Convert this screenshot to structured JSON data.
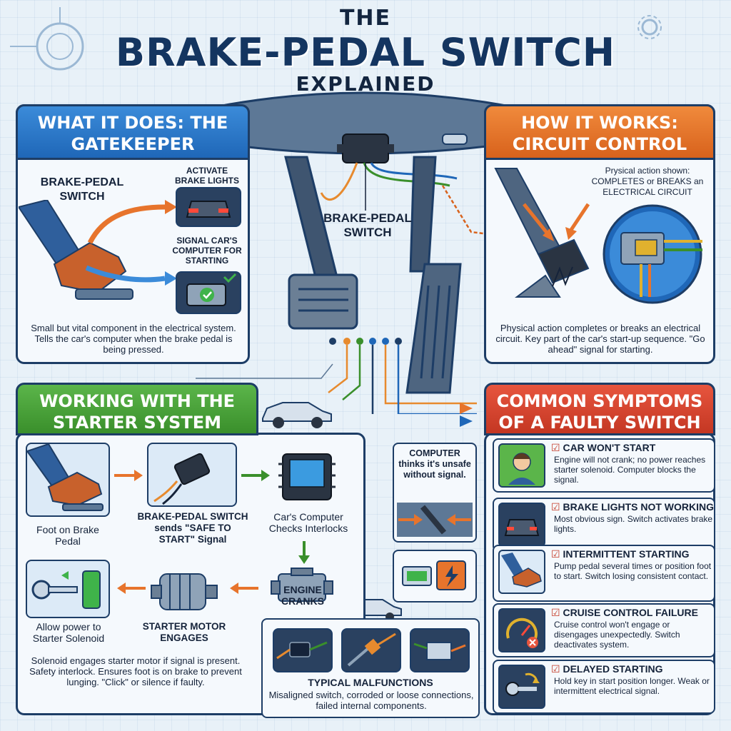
{
  "title": {
    "line1": "THE",
    "line2": "BRAKE-PEDAL SWITCH",
    "line3": "EXPLAINED"
  },
  "center": {
    "switch_label": "BRAKE-PEDAL SWITCH"
  },
  "what_it_does": {
    "header": "WHAT IT DOES: THE GATEKEEPER",
    "switch_label": "BRAKE-PEDAL SWITCH",
    "activate_label": "ACTIVATE BRAKE LIGHTS",
    "signal_label": "SIGNAL CAR'S COMPUTER FOR STARTING",
    "description": "Small but vital component in the electrical system. Tells the car's computer when the brake pedal is being pressed."
  },
  "how_it_works": {
    "header": "HOW IT WORKS: CIRCUIT CONTROL",
    "callout": "Prysical action shown: COMPLETES or BREAKS an ELECTRICAL CIRCUIT",
    "description": "Physical action completes or breaks an electrical circuit. Key part of the car's start-up sequence. \"Go ahead\" signal for starting."
  },
  "starter_system": {
    "header": "WORKING WITH THE STARTER SYSTEM",
    "step1": "Foot on Brake Pedal",
    "step2": "BRAKE-PEDAL SWITCH sends \"SAFE TO START\" Signal",
    "step3": "Car's Computer Checks Interlocks",
    "step4": "ENGINE CRANKS",
    "step5": "STARTER MOTOR ENGAGES",
    "step6": "Allow power to Starter Solenoid",
    "description": "Solenoid engages starter motor if signal is present. Safety interlock. Ensures foot is on brake to prevent lunging. \"Click\" or silence if faulty."
  },
  "computer_note": {
    "text": "COMPUTER thinks it's unsafe without signal."
  },
  "malfunctions": {
    "title": "TYPICAL MALFUNCTIONS",
    "description": "Misaligned switch, corroded or loose connections, failed internal components."
  },
  "symptoms": {
    "header": "COMMON SYMPTOMS OF A FAULTY SWITCH",
    "items": [
      {
        "title": "CAR WON'T START",
        "desc": "Engine will not crank; no power reaches starter solenoid. Computer blocks the signal."
      },
      {
        "title": "BRAKE LIGHTS NOT WORKING",
        "desc": "Most obvious sign. Switch activates brake lights."
      },
      {
        "title": "INTERMITTENT STARTING",
        "desc": "Pump pedal several times or position foot to start. Switch losing consistent contact."
      },
      {
        "title": "CRUISE CONTROL FAILURE",
        "desc": "Cruise control won't engage or disengages unexpectedly. Switch deactivates system."
      },
      {
        "title": "DELAYED STARTING",
        "desc": "Hold key in start position longer. Weak or intermittent electrical signal."
      }
    ]
  },
  "colors": {
    "navy": "#1d3d66",
    "blue": "#1f67b8",
    "orange": "#d8621c",
    "green": "#3a8f2b",
    "red": "#c43723"
  }
}
